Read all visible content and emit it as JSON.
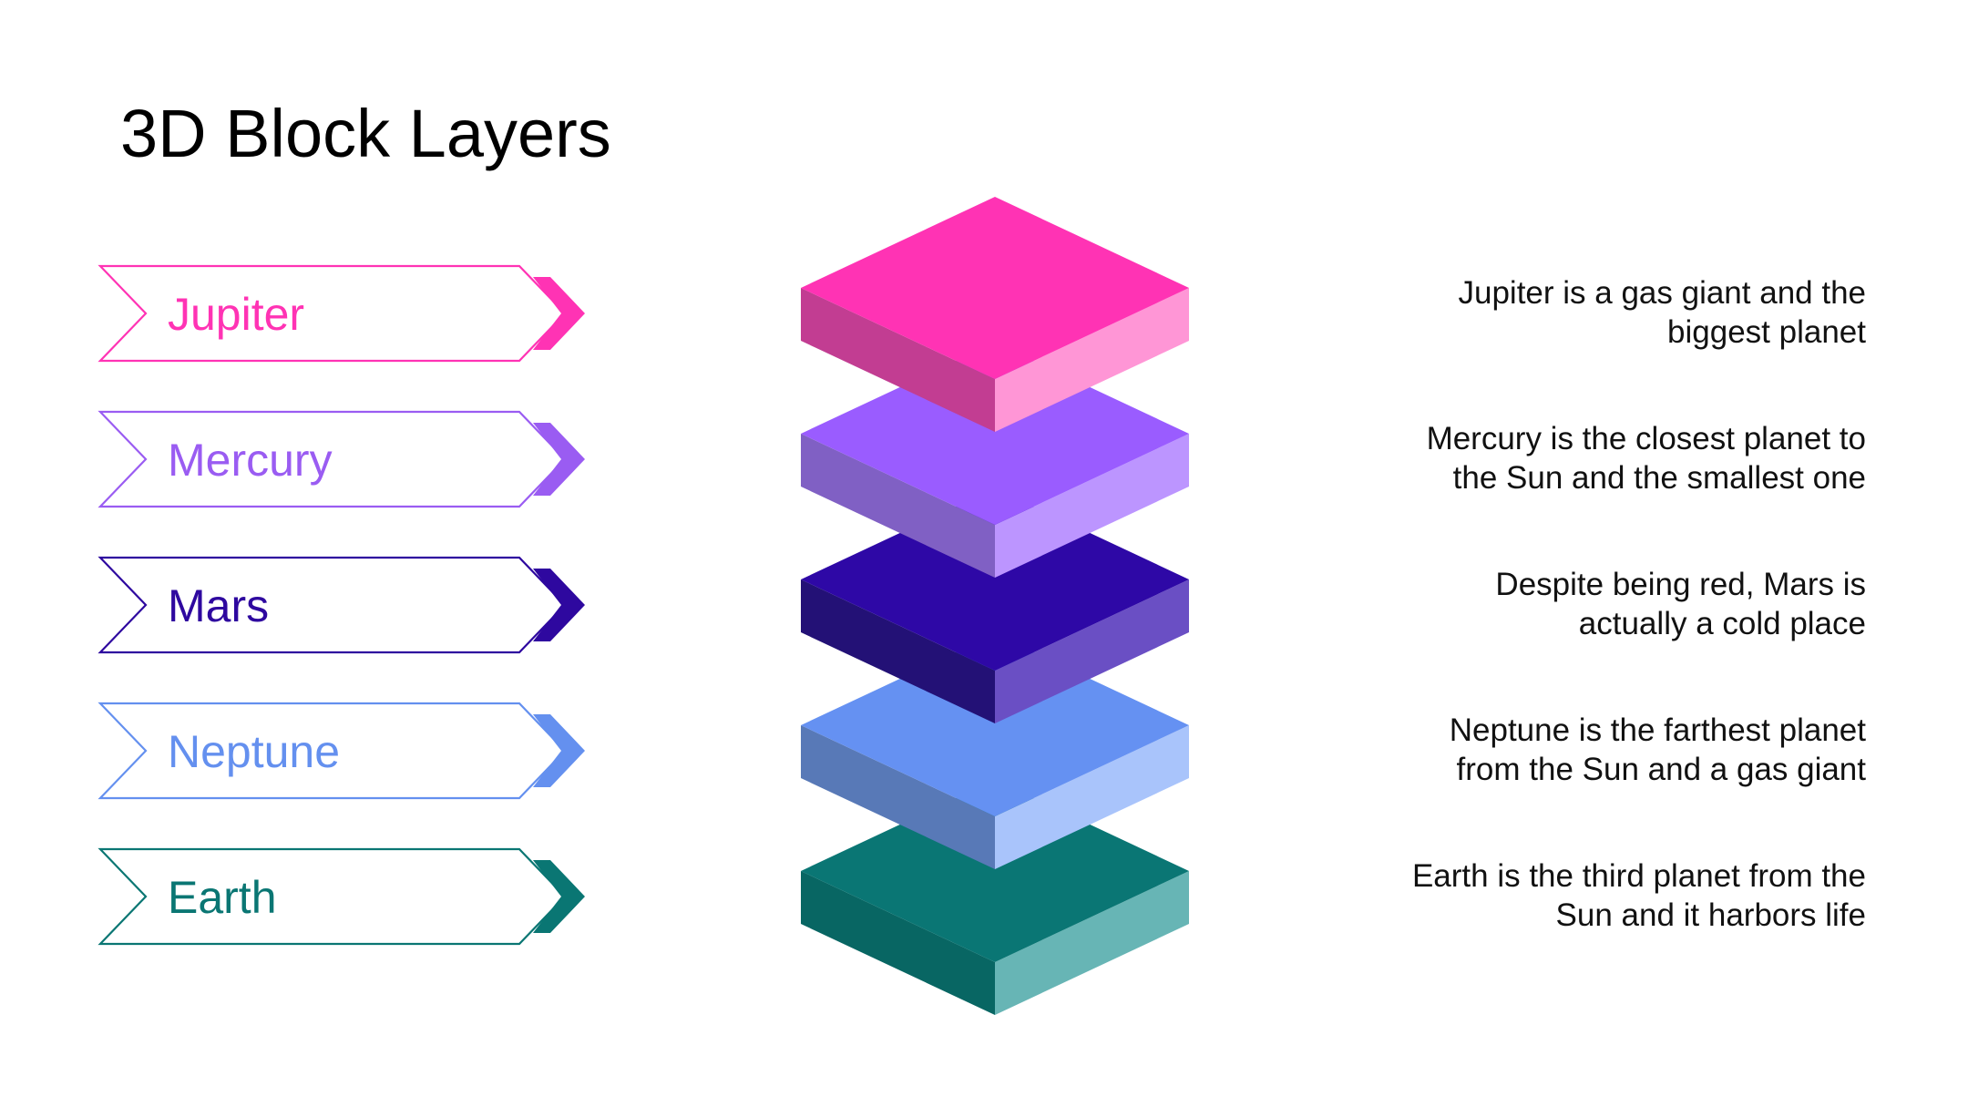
{
  "title": "3D Block Layers",
  "layers": [
    {
      "label": "Jupiter",
      "desc_lines": [
        "Jupiter is a gas giant and the",
        "biggest planet"
      ],
      "color": "#ff33b4",
      "top": "#ff33b4",
      "left": "#c23d92",
      "right": "#ff96d6"
    },
    {
      "label": "Mercury",
      "desc_lines": [
        "Mercury is the closest planet to",
        "the Sun and the smallest one"
      ],
      "color": "#9a5cf2",
      "top": "#9a5cff",
      "left": "#8060c4",
      "right": "#bc95ff"
    },
    {
      "label": "Mars",
      "desc_lines": [
        "Despite being red, Mars is",
        "actually a cold place"
      ],
      "color": "#2e089f",
      "top": "#2e08a6",
      "left": "#231176",
      "right": "#6a4fc4"
    },
    {
      "label": "Neptune",
      "desc_lines": [
        "Neptune is the farthest planet",
        "from the Sun and a gas giant"
      ],
      "color": "#6490ef",
      "top": "#6591f2",
      "left": "#5879b7",
      "right": "#a9c4fb"
    },
    {
      "label": "Earth",
      "desc_lines": [
        "Earth is the third planet from the",
        "Sun and it harbors life"
      ],
      "color": "#0a7673",
      "top": "#0a7674",
      "left": "#086663",
      "right": "#67b5b5"
    }
  ]
}
